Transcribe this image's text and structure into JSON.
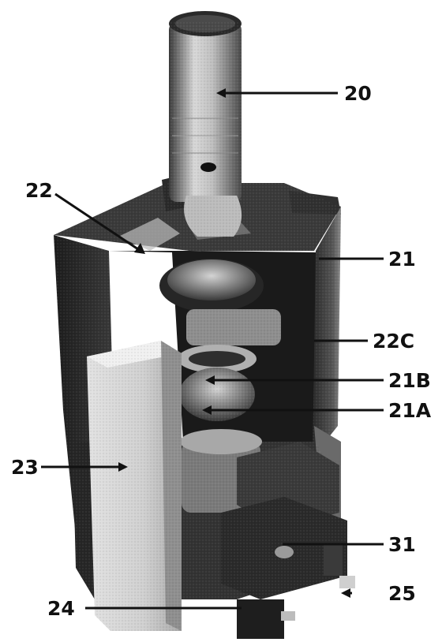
{
  "figure": {
    "callouts": [
      {
        "id": "20",
        "label": "20"
      },
      {
        "id": "22",
        "label": "22"
      },
      {
        "id": "21",
        "label": "21"
      },
      {
        "id": "22C",
        "label": "22C"
      },
      {
        "id": "21B",
        "label": "21B"
      },
      {
        "id": "21A",
        "label": "21A"
      },
      {
        "id": "23",
        "label": "23"
      },
      {
        "id": "31",
        "label": "31"
      },
      {
        "id": "25",
        "label": "25"
      },
      {
        "id": "24",
        "label": "24"
      }
    ]
  },
  "colors": {
    "background": "#ffffff",
    "ink": "#111111",
    "dark_metal": "#2c2c2c",
    "mid_metal": "#6b6b6b",
    "light_metal": "#c9c9c9",
    "highlight": "#eeeeee"
  }
}
